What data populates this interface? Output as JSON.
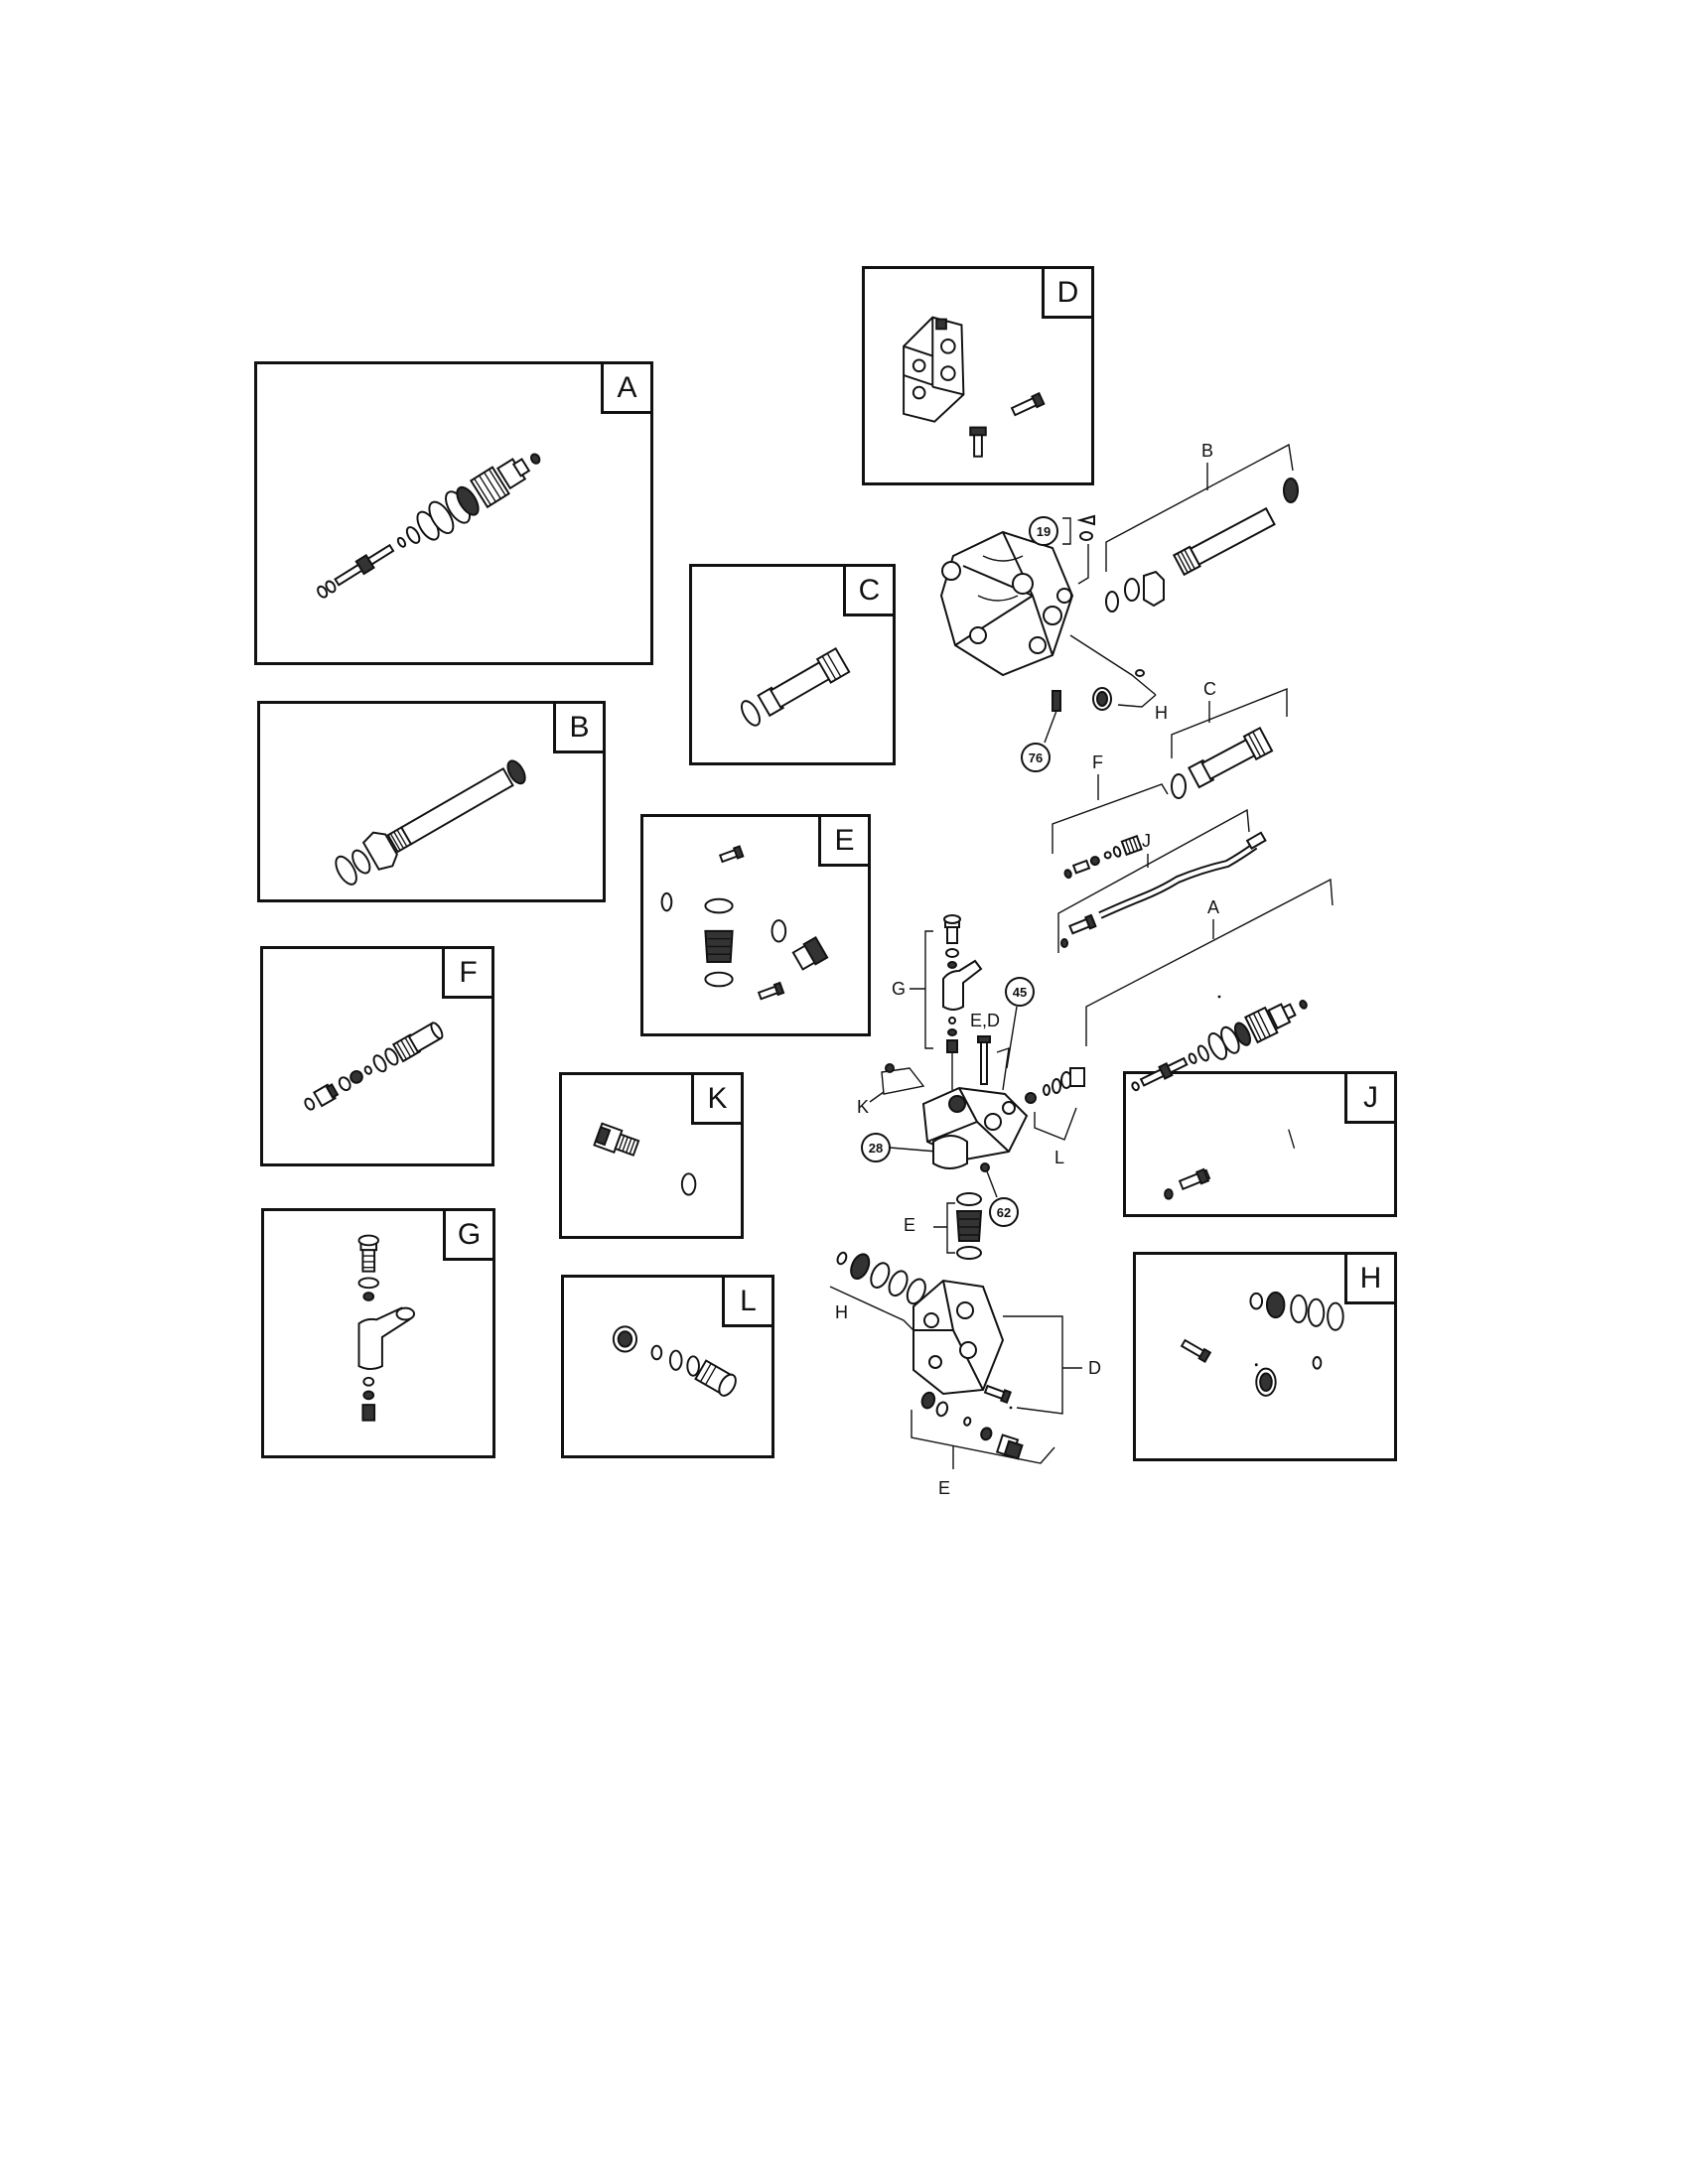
{
  "kits": [
    {
      "id": "A",
      "label": "A"
    },
    {
      "id": "B",
      "label": "B"
    },
    {
      "id": "C",
      "label": "C"
    },
    {
      "id": "D",
      "label": "D"
    },
    {
      "id": "E",
      "label": "E"
    },
    {
      "id": "F",
      "label": "F"
    },
    {
      "id": "G",
      "label": "G"
    },
    {
      "id": "H",
      "label": "H"
    },
    {
      "id": "J",
      "label": "J"
    },
    {
      "id": "K",
      "label": "K"
    },
    {
      "id": "L",
      "label": "L"
    }
  ],
  "callouts": {
    "part_19": "19",
    "part_76": "76",
    "part_45": "45",
    "part_28": "28",
    "part_62": "62"
  },
  "assembly_labels": {
    "b": "B",
    "h_top": "H",
    "c": "C",
    "f": "F",
    "j": "J",
    "a": "A",
    "g": "G",
    "ed": "E,D",
    "k": "K",
    "l": "L",
    "e_mid": "E",
    "h_low": "H",
    "d": "D",
    "e_low": "E"
  }
}
